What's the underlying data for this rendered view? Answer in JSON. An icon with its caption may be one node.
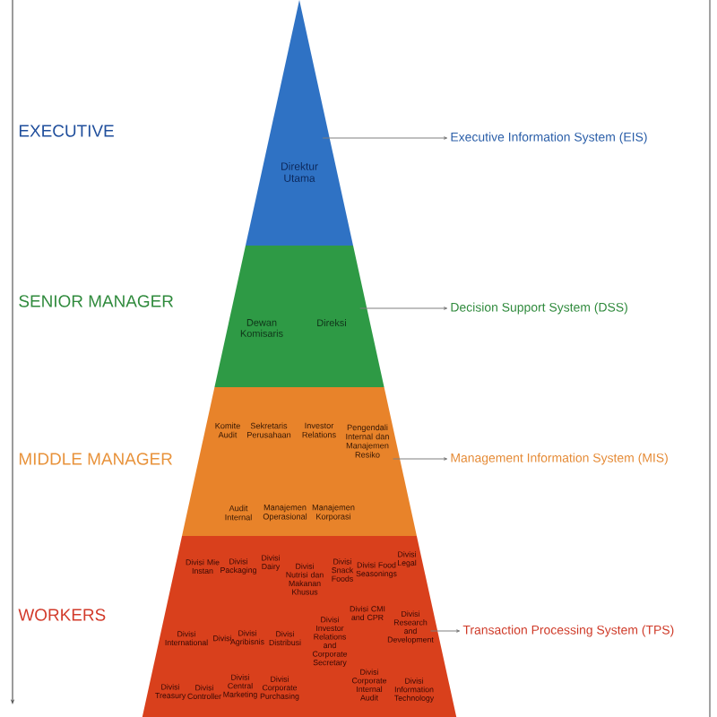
{
  "diagram": {
    "nodes": [
      {
        "text": [
          "Direktur Utama"
        ]
      },
      {
        "text": [
          "Executive Information System (EIS)"
        ]
      },
      {
        "text": [
          "Dewan Komisaris",
          "Direksi"
        ]
      },
      {
        "text": [
          "Decision Support System (DSS)"
        ]
      },
      {
        "text": [
          "Komite Audit",
          "Sekretaris Perusahaan",
          "Investor Relations",
          "Pengendali Internal dan Manajemen Resiko",
          "Audit Internal",
          "Manajemen Operasional",
          "Manajemen Korporasi"
        ]
      },
      {
        "text": [
          "Management Information System (MIS)"
        ]
      },
      {
        "text": [
          "Divisi Mie Instan",
          "Divisi Packaging",
          "Divisi Dairy",
          "Divisi Nutrisi dan Makanan Khusus",
          "Divisi Snack Foods",
          "Divisi Food Seasonings",
          "Divisi Legal",
          "Divisi CMI and CPR",
          "Divisi Research and Development",
          "Divisi International",
          "Divisi",
          "Divisi Agribisnis",
          "Divisi Distribusi",
          "Divisi Investor Relations and Corporate Secretary",
          "Divisi Corporate Internal Audit",
          "Divisi Information Technology",
          "Divisi Treasury",
          "Divisi Controller",
          "Divisi Central Marketing",
          "Divisi Corporate Purchasing"
        ]
      },
      {
        "text": [
          "Transaction Processing System (TPS)"
        ]
      }
    ],
    "edges": [
      {
        "from": 0,
        "to": 1,
        "arrow": "to"
      },
      {
        "from": 2,
        "to": 3,
        "arrow": "to"
      },
      {
        "from": 4,
        "to": 5,
        "arrow": "to"
      },
      {
        "from": 6,
        "to": 7,
        "arrow": "to"
      }
    ],
    "labels": [
      "EXECUTIVE",
      "SENIOR MANAGER",
      "MIDDLE MANAGER",
      "WORKERS"
    ]
  }
}
